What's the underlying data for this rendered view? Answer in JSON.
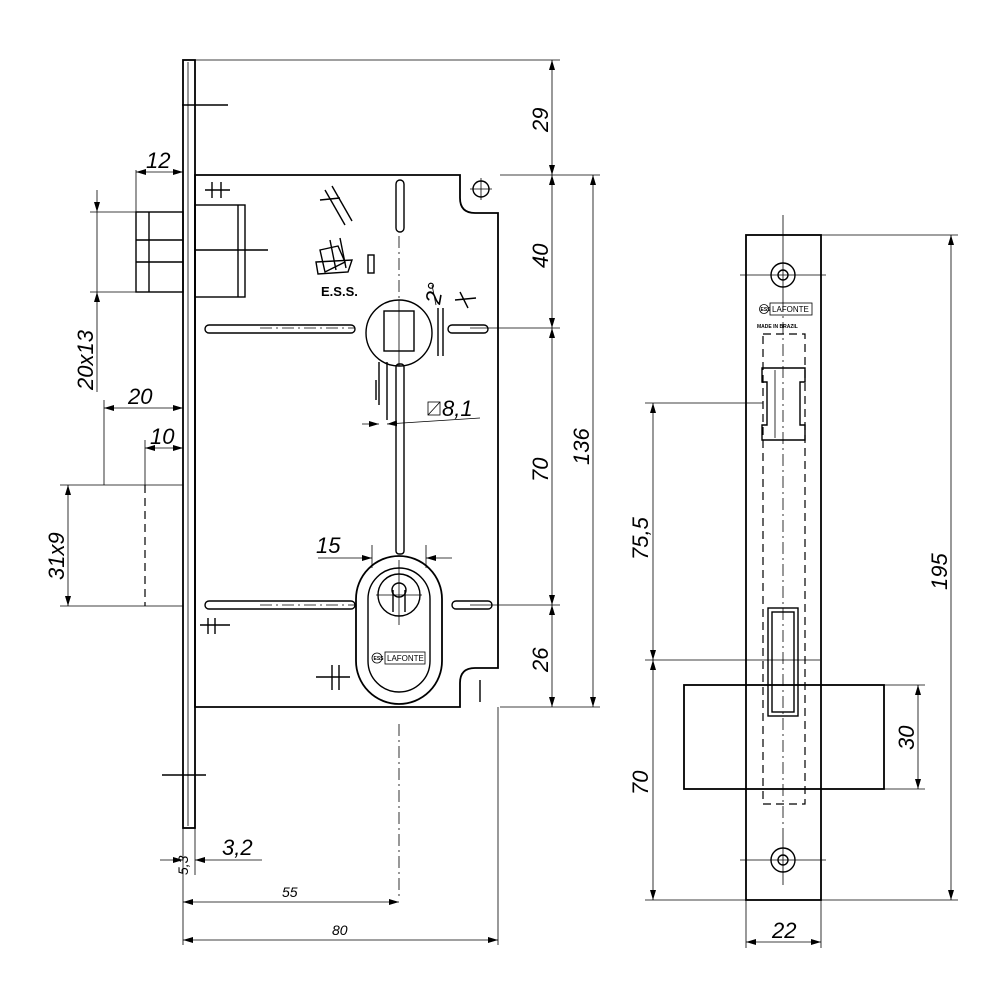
{
  "brand": {
    "name": "LAFONTE",
    "made_in": "MADE IN BRAZIL",
    "mark": "ESS",
    "ess_label": "E.S.S."
  },
  "front_view": {
    "dims": {
      "d29": "29",
      "d40": "40",
      "d70": "70",
      "d136": "136",
      "d26": "26",
      "d12": "12",
      "d20x13": "20x13",
      "d20": "20",
      "d10": "10",
      "d31x9": "31x9",
      "d2deg": "2°",
      "d8_1": "8,1",
      "d15": "15",
      "d3_2": "3,2",
      "d5_3": "5,3",
      "d55": "55",
      "d80": "80"
    }
  },
  "side_view": {
    "dims": {
      "d75_5": "75,5",
      "d195": "195",
      "d30": "30",
      "d70": "70",
      "d22": "22"
    }
  }
}
